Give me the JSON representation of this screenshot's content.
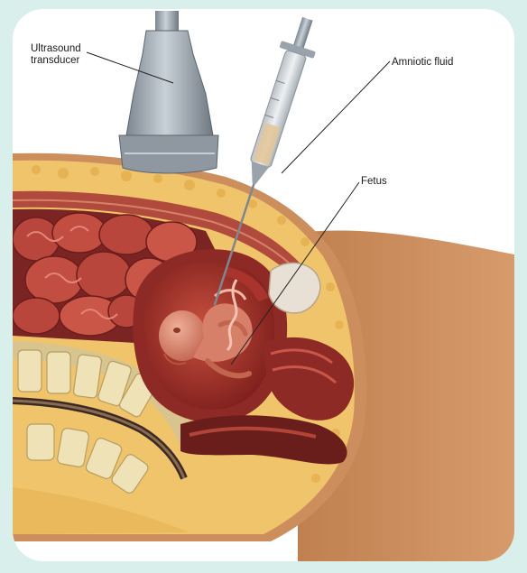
{
  "labels": {
    "transducer_line1": "Ultrasound",
    "transducer_line2": "transducer",
    "amniotic_fluid": "Amniotic fluid",
    "fetus": "Fetus"
  },
  "colors": {
    "background": "#d9efec",
    "panel": "#ffffff",
    "skin": "#c98a57",
    "fat": "#f0c46a",
    "muscle": "#b7463e",
    "uterus": "#8e2a26",
    "fetus": "#d37a68",
    "bone": "#e8d9a8",
    "steel": "#a9b3bd"
  }
}
